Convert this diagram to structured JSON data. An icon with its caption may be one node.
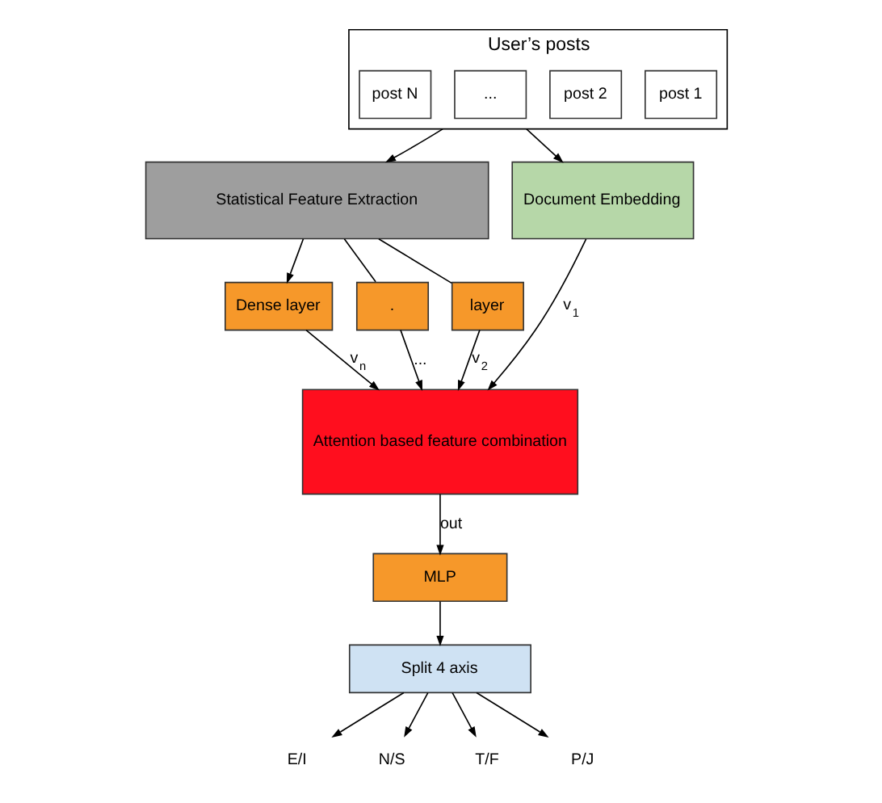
{
  "diagram": {
    "nodes": [
      {
        "text": [
          "User’s posts"
        ]
      },
      {
        "text": [
          "post 1"
        ],
        "in": 0
      },
      {
        "text": [
          "post 2"
        ],
        "in": 0
      },
      {
        "text": [
          "..."
        ],
        "in": 0
      },
      {
        "text": [
          "post N"
        ],
        "in": 0
      },
      {
        "text": [
          "Statistical Feature Extraction"
        ]
      },
      {
        "text": [
          "Document Embedding"
        ]
      },
      {
        "text": [
          "Dense layer"
        ]
      },
      {
        "text": [
          "."
        ]
      },
      {
        "text": [
          "layer"
        ]
      },
      {
        "text": [
          "Attention based feature combination"
        ]
      },
      {
        "text": [
          "MLP"
        ]
      },
      {
        "text": [
          "Split 4 axis"
        ]
      },
      {
        "text": [
          "E/I"
        ]
      },
      {
        "text": [
          "N/S"
        ]
      },
      {
        "text": [
          "T/F"
        ]
      },
      {
        "text": [
          "P/J"
        ]
      }
    ],
    "edges": [
      {
        "from": 0,
        "to": 5,
        "arrow": "to"
      },
      {
        "from": 0,
        "to": 6,
        "arrow": "to"
      },
      {
        "from": 5,
        "to": 7,
        "arrow": "to"
      },
      {
        "from": 5,
        "to": 8,
        "arrow": "none"
      },
      {
        "from": 5,
        "to": 9,
        "arrow": "none"
      },
      {
        "from": 9,
        "to": 10,
        "arrow": "to",
        "label": "v$_{2}$"
      },
      {
        "from": 8,
        "to": 10,
        "arrow": "to",
        "label": "..."
      },
      {
        "from": 7,
        "to": 10,
        "arrow": "to",
        "label": "v$_{n}$"
      },
      {
        "from": 6,
        "to": 10,
        "arrow": "to",
        "label": "v$_{1}$"
      },
      {
        "from": 10,
        "to": 11,
        "arrow": "to",
        "label": "out"
      },
      {
        "from": 11,
        "to": 12,
        "arrow": "to"
      },
      {
        "from": 12,
        "to": 13,
        "arrow": "to"
      },
      {
        "from": 12,
        "to": 14,
        "arrow": "to"
      },
      {
        "from": 12,
        "to": 15,
        "arrow": "to"
      },
      {
        "from": 12,
        "to": 16,
        "arrow": "to"
      }
    ]
  }
}
